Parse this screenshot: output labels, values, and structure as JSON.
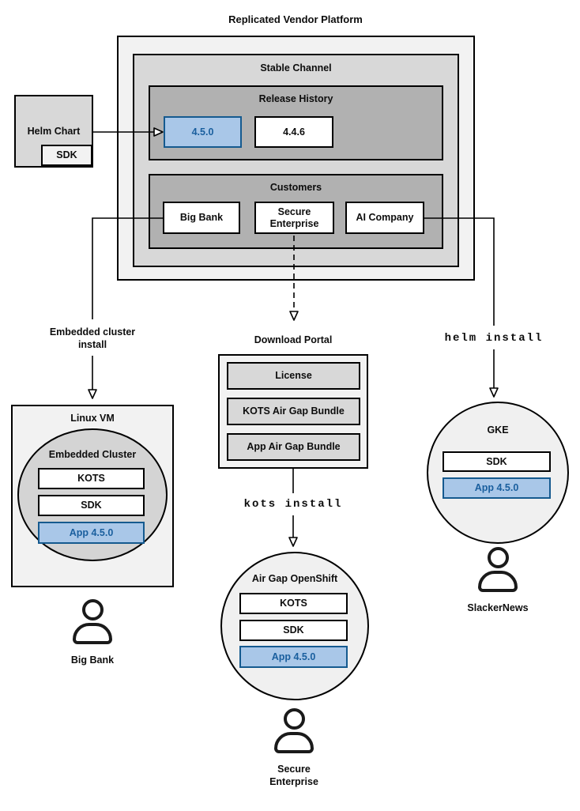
{
  "colors": {
    "accent_fill": "#a9c7e8",
    "accent_border": "#155a8f",
    "accent_text": "#1a5f9e",
    "gray_light": "#f2f2f2",
    "gray_mid": "#d8d8d8",
    "gray_dark": "#b1b1b1"
  },
  "icons": {
    "user": "user-icon",
    "arrowhead": "hollow-triangle-arrowhead"
  },
  "platform": {
    "title": "Replicated Vendor Platform",
    "stable_channel_label": "Stable Channel",
    "release_history": {
      "label": "Release History",
      "versions": [
        {
          "label": "4.5.0",
          "highlighted": true
        },
        {
          "label": "4.4.6",
          "highlighted": false
        }
      ]
    },
    "customers": {
      "label": "Customers",
      "items": [
        "Big Bank",
        "Secure Enterprise",
        "AI Company"
      ]
    }
  },
  "helm_chart": {
    "label": "Helm Chart",
    "sdk": "SDK"
  },
  "flows": {
    "embedded": {
      "install_label": "Embedded cluster install",
      "host": "Linux VM",
      "cluster": "Embedded Cluster",
      "components": [
        "KOTS",
        "SDK",
        "App 4.5.0"
      ],
      "user": "Big Bank"
    },
    "airgap": {
      "portal_label": "Download Portal",
      "portal_items": [
        "License",
        "KOTS Air Gap Bundle",
        "App Air Gap Bundle"
      ],
      "command": "kots install",
      "cluster": "Air Gap OpenShift",
      "components": [
        "KOTS",
        "SDK",
        "App 4.5.0"
      ],
      "user": "Secure Enterprise"
    },
    "helm": {
      "command": "helm install",
      "cluster": "GKE",
      "components": [
        "SDK",
        "App 4.5.0"
      ],
      "user": "SlackerNews"
    }
  }
}
